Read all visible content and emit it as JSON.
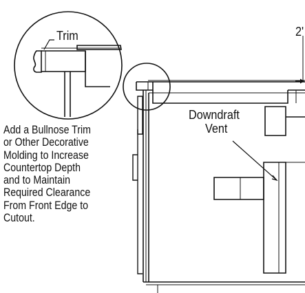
{
  "labels": {
    "trim": "Trim",
    "dimension": "2'",
    "downdraft_line1": "Downdraft",
    "downdraft_line2": "Vent"
  },
  "note_lines": [
    "Add a Bullnose Trim",
    "or Other Decorative",
    "Molding to Increase",
    "Countertop Depth",
    "and to Maintain",
    "Required Clearance",
    "From Front Edge to",
    "Cutout."
  ],
  "colors": {
    "line": "#111111",
    "background": "#ffffff"
  }
}
